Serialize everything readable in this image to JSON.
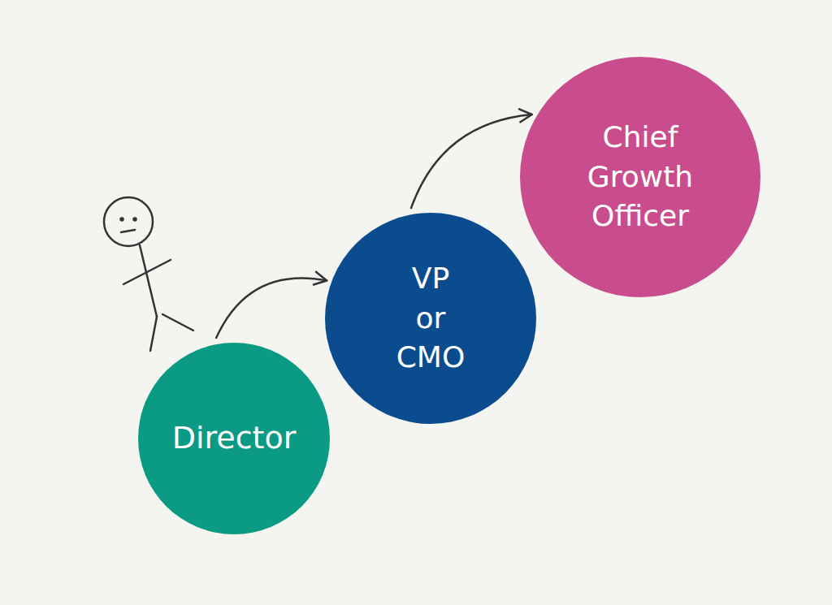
{
  "diagram": {
    "nodes": [
      {
        "text": [
          "Director"
        ]
      },
      {
        "text": [
          "VP or CMO"
        ]
      },
      {
        "text": [
          "Chief Growth Officer"
        ]
      }
    ],
    "edges": [
      {
        "from": 0,
        "to": 1,
        "arrow": "to"
      },
      {
        "from": 1,
        "to": 2,
        "arrow": "to"
      }
    ]
  }
}
